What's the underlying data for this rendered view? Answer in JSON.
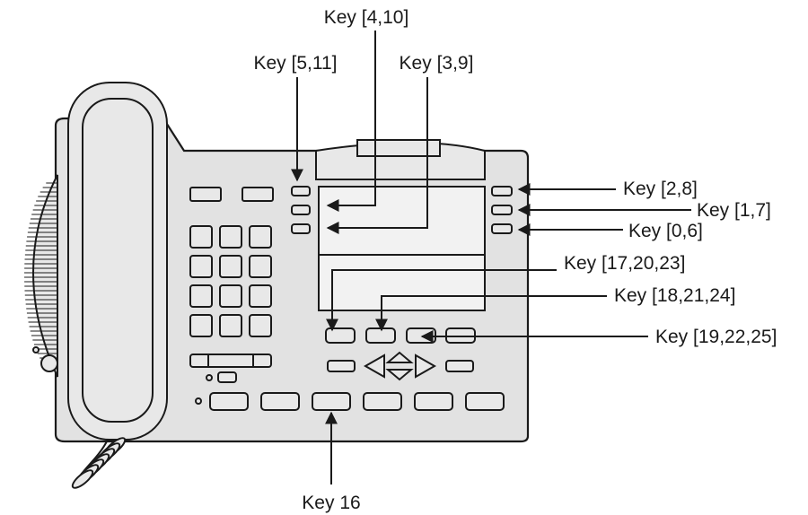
{
  "colors": {
    "ink": "#1a1a1a",
    "body": "#e2e2e2",
    "paper": "#ffffff"
  },
  "labels": {
    "key_4_10": "Key [4,10]",
    "key_5_11": "Key [5,11]",
    "key_3_9": "Key [3,9]",
    "key_2_8": "Key [2,8]",
    "key_1_7": "Key [1,7]",
    "key_0_6": "Key [0,6]",
    "key_17_20_23": "Key [17,20,23]",
    "key_18_21_24": "Key [18,21,24]",
    "key_19_22_25": "Key [19,22,25]",
    "key_16": "Key 16"
  }
}
